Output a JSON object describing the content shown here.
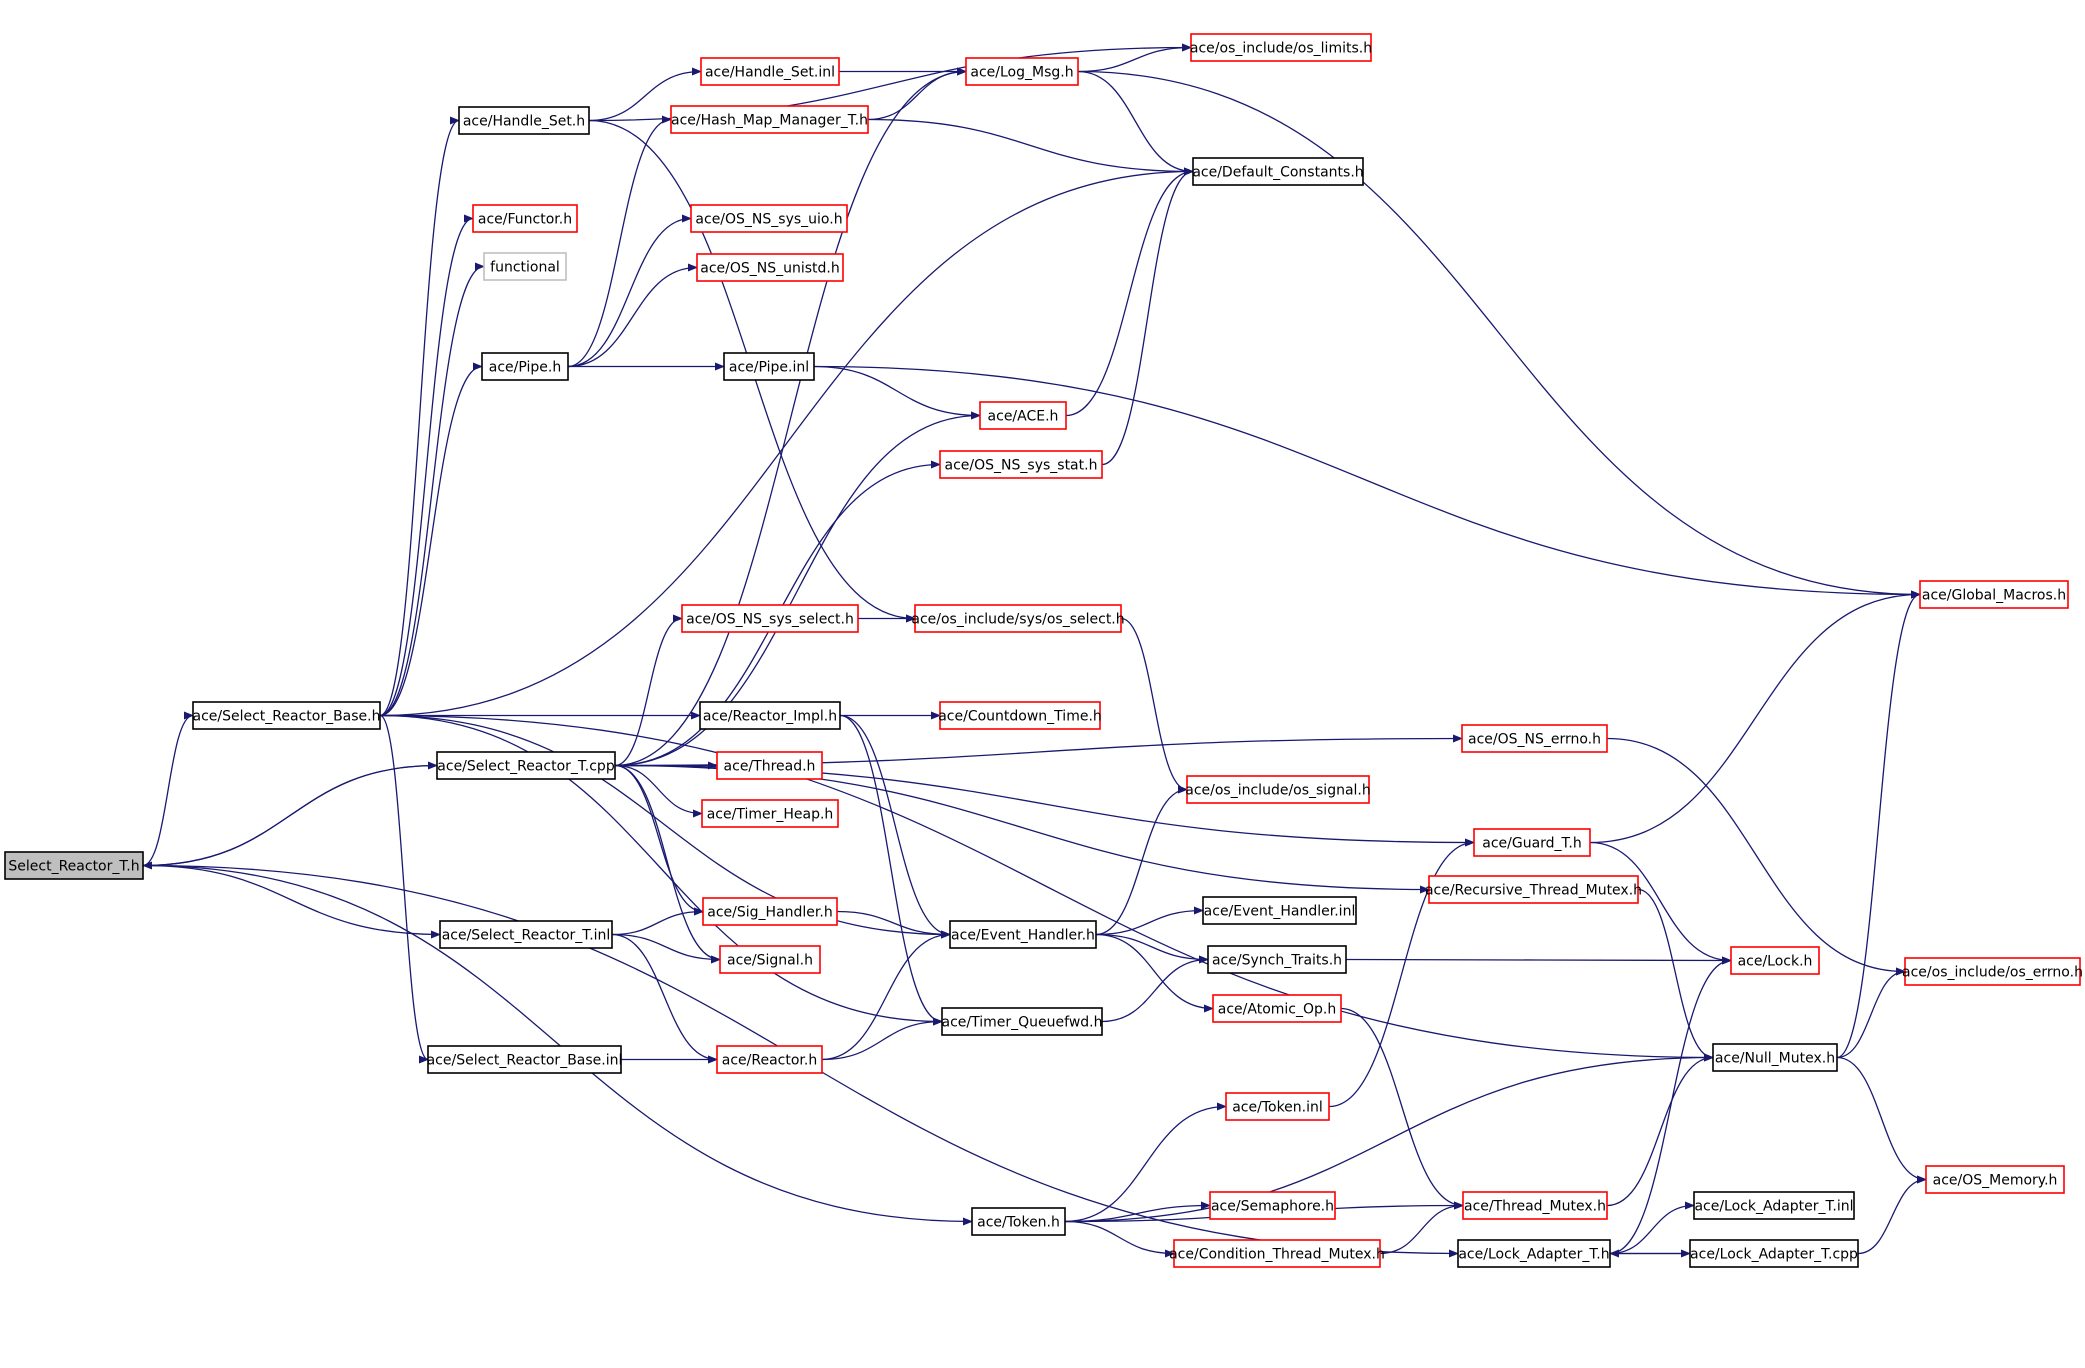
{
  "colors": {
    "edge": "#191970",
    "documented": "#000000",
    "undocumented": "#ff0000",
    "external": "#bfbfbf",
    "root_fill": "#bfbfbf"
  },
  "nodes": [
    {
      "id": "root",
      "label": "Select_Reactor_T.h",
      "kind": "root"
    },
    {
      "id": "srbase_h",
      "label": "ace/Select_Reactor_Base.h",
      "kind": "documented"
    },
    {
      "id": "srt_cpp",
      "label": "ace/Select_Reactor_T.cpp",
      "kind": "documented"
    },
    {
      "id": "srt_inl",
      "label": "ace/Select_Reactor_T.inl",
      "kind": "documented"
    },
    {
      "id": "srbase_inl",
      "label": "ace/Select_Reactor_Base.inl",
      "kind": "documented"
    },
    {
      "id": "handle_set_h",
      "label": "ace/Handle_Set.h",
      "kind": "documented"
    },
    {
      "id": "functor_h",
      "label": "ace/Functor.h",
      "kind": "undocumented"
    },
    {
      "id": "functional",
      "label": "functional",
      "kind": "external"
    },
    {
      "id": "pipe_h",
      "label": "ace/Pipe.h",
      "kind": "documented"
    },
    {
      "id": "handle_set_inl",
      "label": "ace/Handle_Set.inl",
      "kind": "undocumented"
    },
    {
      "id": "hash_map",
      "label": "ace/Hash_Map_Manager_T.h",
      "kind": "undocumented"
    },
    {
      "id": "sys_uio",
      "label": "ace/OS_NS_sys_uio.h",
      "kind": "undocumented"
    },
    {
      "id": "unistd",
      "label": "ace/OS_NS_unistd.h",
      "kind": "undocumented"
    },
    {
      "id": "pipe_inl",
      "label": "ace/Pipe.inl",
      "kind": "documented"
    },
    {
      "id": "sys_stat",
      "label": "ace/OS_NS_sys_stat.h",
      "kind": "undocumented"
    },
    {
      "id": "sys_select",
      "label": "ace/OS_NS_sys_select.h",
      "kind": "undocumented"
    },
    {
      "id": "reactor_impl",
      "label": "ace/Reactor_Impl.h",
      "kind": "documented"
    },
    {
      "id": "thread_h",
      "label": "ace/Thread.h",
      "kind": "undocumented"
    },
    {
      "id": "timer_heap",
      "label": "ace/Timer_Heap.h",
      "kind": "undocumented"
    },
    {
      "id": "sig_handler",
      "label": "ace/Sig_Handler.h",
      "kind": "undocumented"
    },
    {
      "id": "signal_h",
      "label": "ace/Signal.h",
      "kind": "undocumented"
    },
    {
      "id": "reactor_h",
      "label": "ace/Reactor.h",
      "kind": "undocumented"
    },
    {
      "id": "log_msg",
      "label": "ace/Log_Msg.h",
      "kind": "undocumented"
    },
    {
      "id": "os_limits",
      "label": "ace/os_include/os_limits.h",
      "kind": "undocumented"
    },
    {
      "id": "default_constants",
      "label": "ace/Default_Constants.h",
      "kind": "documented"
    },
    {
      "id": "ace_h",
      "label": "ace/ACE.h",
      "kind": "undocumented"
    },
    {
      "id": "os_select",
      "label": "ace/os_include/sys/os_select.h",
      "kind": "undocumented"
    },
    {
      "id": "countdown",
      "label": "ace/Countdown_Time.h",
      "kind": "undocumented"
    },
    {
      "id": "os_signal",
      "label": "ace/os_include/os_signal.h",
      "kind": "undocumented"
    },
    {
      "id": "event_handler_h",
      "label": "ace/Event_Handler.h",
      "kind": "documented"
    },
    {
      "id": "timer_queuefwd",
      "label": "ace/Timer_Queuefwd.h",
      "kind": "documented"
    },
    {
      "id": "event_handler_inl",
      "label": "ace/Event_Handler.inl",
      "kind": "documented"
    },
    {
      "id": "synch_traits",
      "label": "ace/Synch_Traits.h",
      "kind": "documented"
    },
    {
      "id": "atomic_op",
      "label": "ace/Atomic_Op.h",
      "kind": "undocumented"
    },
    {
      "id": "token_inl",
      "label": "ace/Token.inl",
      "kind": "undocumented"
    },
    {
      "id": "token_h",
      "label": "ace/Token.h",
      "kind": "documented"
    },
    {
      "id": "semaphore",
      "label": "ace/Semaphore.h",
      "kind": "undocumented"
    },
    {
      "id": "cond_thread_mutex",
      "label": "ace/Condition_Thread_Mutex.h",
      "kind": "undocumented"
    },
    {
      "id": "ns_errno",
      "label": "ace/OS_NS_errno.h",
      "kind": "undocumented"
    },
    {
      "id": "guard_t",
      "label": "ace/Guard_T.h",
      "kind": "undocumented"
    },
    {
      "id": "rec_thread_mutex",
      "label": "ace/Recursive_Thread_Mutex.h",
      "kind": "undocumented"
    },
    {
      "id": "thread_mutex",
      "label": "ace/Thread_Mutex.h",
      "kind": "undocumented"
    },
    {
      "id": "lock_adapter_h",
      "label": "ace/Lock_Adapter_T.h",
      "kind": "documented"
    },
    {
      "id": "lock_adapter_inl",
      "label": "ace/Lock_Adapter_T.inl",
      "kind": "documented"
    },
    {
      "id": "lock_adapter_cpp",
      "label": "ace/Lock_Adapter_T.cpp",
      "kind": "documented"
    },
    {
      "id": "null_mutex",
      "label": "ace/Null_Mutex.h",
      "kind": "documented"
    },
    {
      "id": "lock_h",
      "label": "ace/Lock.h",
      "kind": "undocumented"
    },
    {
      "id": "global_macros",
      "label": "ace/Global_Macros.h",
      "kind": "undocumented"
    },
    {
      "id": "os_errno",
      "label": "ace/os_include/os_errno.h",
      "kind": "undocumented"
    },
    {
      "id": "os_memory",
      "label": "ace/OS_Memory.h",
      "kind": "undocumented"
    }
  ],
  "edges": [
    {
      "from": "root",
      "to": "srbase_h"
    },
    {
      "from": "root",
      "to": "srt_cpp"
    },
    {
      "from": "root",
      "to": "srt_inl"
    },
    {
      "from": "root",
      "to": "token_h"
    },
    {
      "from": "root",
      "to": "lock_adapter_h"
    },
    {
      "from": "srt_cpp",
      "to": "root"
    },
    {
      "from": "srbase_h",
      "to": "handle_set_h"
    },
    {
      "from": "srbase_h",
      "to": "functor_h"
    },
    {
      "from": "srbase_h",
      "to": "functional"
    },
    {
      "from": "srbase_h",
      "to": "pipe_h"
    },
    {
      "from": "srbase_h",
      "to": "reactor_impl"
    },
    {
      "from": "srbase_h",
      "to": "srbase_inl"
    },
    {
      "from": "srbase_h",
      "to": "default_constants"
    },
    {
      "from": "srbase_h",
      "to": "event_handler_h"
    },
    {
      "from": "srbase_h",
      "to": "timer_queuefwd"
    },
    {
      "from": "srbase_h",
      "to": "null_mutex"
    },
    {
      "from": "handle_set_h",
      "to": "handle_set_inl"
    },
    {
      "from": "handle_set_h",
      "to": "os_limits"
    },
    {
      "from": "handle_set_h",
      "to": "os_select"
    },
    {
      "from": "handle_set_inl",
      "to": "log_msg"
    },
    {
      "from": "hash_map",
      "to": "log_msg"
    },
    {
      "from": "hash_map",
      "to": "default_constants"
    },
    {
      "from": "log_msg",
      "to": "os_limits"
    },
    {
      "from": "log_msg",
      "to": "default_constants"
    },
    {
      "from": "log_msg",
      "to": "global_macros"
    },
    {
      "from": "pipe_h",
      "to": "pipe_inl"
    },
    {
      "from": "pipe_h",
      "to": "hash_map"
    },
    {
      "from": "pipe_h",
      "to": "sys_uio"
    },
    {
      "from": "pipe_h",
      "to": "unistd"
    },
    {
      "from": "pipe_inl",
      "to": "ace_h"
    },
    {
      "from": "pipe_inl",
      "to": "global_macros"
    },
    {
      "from": "ace_h",
      "to": "default_constants"
    },
    {
      "from": "sys_stat",
      "to": "default_constants"
    },
    {
      "from": "srt_cpp",
      "to": "log_msg"
    },
    {
      "from": "srt_cpp",
      "to": "ace_h"
    },
    {
      "from": "srt_cpp",
      "to": "sys_stat"
    },
    {
      "from": "srt_cpp",
      "to": "sys_select"
    },
    {
      "from": "srt_cpp",
      "to": "thread_h"
    },
    {
      "from": "srt_cpp",
      "to": "timer_heap"
    },
    {
      "from": "srt_cpp",
      "to": "sig_handler"
    },
    {
      "from": "srt_cpp",
      "to": "signal_h"
    },
    {
      "from": "srt_cpp",
      "to": "guard_t"
    },
    {
      "from": "srt_cpp",
      "to": "ns_errno"
    },
    {
      "from": "srt_cpp",
      "to": "rec_thread_mutex"
    },
    {
      "from": "sys_select",
      "to": "os_select"
    },
    {
      "from": "os_select",
      "to": "os_signal"
    },
    {
      "from": "reactor_impl",
      "to": "countdown"
    },
    {
      "from": "reactor_impl",
      "to": "event_handler_h"
    },
    {
      "from": "reactor_impl",
      "to": "timer_queuefwd"
    },
    {
      "from": "srt_inl",
      "to": "sig_handler"
    },
    {
      "from": "srt_inl",
      "to": "signal_h"
    },
    {
      "from": "srt_inl",
      "to": "reactor_h"
    },
    {
      "from": "sig_handler",
      "to": "event_handler_h"
    },
    {
      "from": "srbase_inl",
      "to": "reactor_h"
    },
    {
      "from": "reactor_h",
      "to": "event_handler_h"
    },
    {
      "from": "reactor_h",
      "to": "timer_queuefwd"
    },
    {
      "from": "event_handler_h",
      "to": "os_signal"
    },
    {
      "from": "event_handler_h",
      "to": "event_handler_inl"
    },
    {
      "from": "event_handler_h",
      "to": "synch_traits"
    },
    {
      "from": "event_handler_h",
      "to": "atomic_op"
    },
    {
      "from": "timer_queuefwd",
      "to": "synch_traits"
    },
    {
      "from": "synch_traits",
      "to": "lock_h"
    },
    {
      "from": "atomic_op",
      "to": "thread_mutex"
    },
    {
      "from": "guard_t",
      "to": "global_macros"
    },
    {
      "from": "guard_t",
      "to": "lock_h"
    },
    {
      "from": "token_inl",
      "to": "guard_t"
    },
    {
      "from": "ns_errno",
      "to": "os_errno"
    },
    {
      "from": "rec_thread_mutex",
      "to": "null_mutex"
    },
    {
      "from": "token_h",
      "to": "token_inl"
    },
    {
      "from": "token_h",
      "to": "semaphore"
    },
    {
      "from": "token_h",
      "to": "cond_thread_mutex"
    },
    {
      "from": "token_h",
      "to": "thread_mutex"
    },
    {
      "from": "token_h",
      "to": "null_mutex"
    },
    {
      "from": "cond_thread_mutex",
      "to": "thread_mutex"
    },
    {
      "from": "thread_mutex",
      "to": "null_mutex"
    },
    {
      "from": "lock_adapter_h",
      "to": "lock_adapter_inl"
    },
    {
      "from": "lock_adapter_h",
      "to": "lock_adapter_cpp"
    },
    {
      "from": "lock_adapter_h",
      "to": "lock_h"
    },
    {
      "from": "lock_adapter_cpp",
      "to": "lock_adapter_h"
    },
    {
      "from": "lock_adapter_cpp",
      "to": "os_memory"
    },
    {
      "from": "null_mutex",
      "to": "global_macros"
    },
    {
      "from": "null_mutex",
      "to": "os_errno"
    },
    {
      "from": "null_mutex",
      "to": "os_memory"
    }
  ]
}
